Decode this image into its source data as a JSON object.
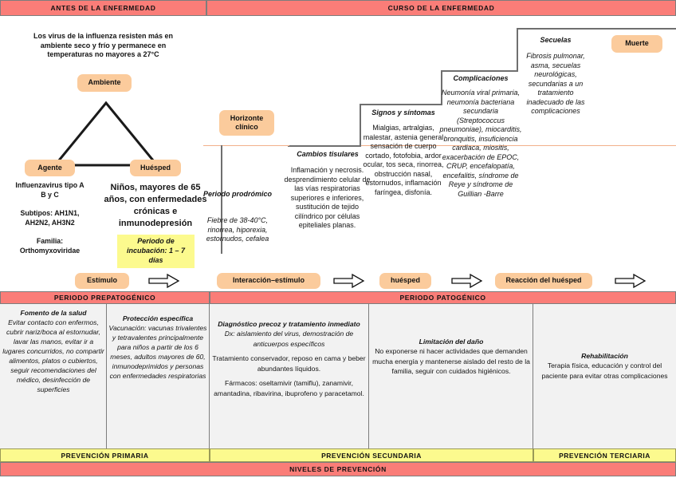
{
  "top_headers": [
    {
      "label": "ANTES DE LA ENFERMEDAD"
    },
    {
      "label": "CURSO DE LA ENFERMEDAD"
    }
  ],
  "environment": {
    "description": "Los virus de la influenza resisten más en ambiente seco y frío  y permanece en temperaturas no mayores a 27°C",
    "pill": "Ambiente"
  },
  "triad": {
    "agent": {
      "pill": "Agente",
      "lines": [
        "Influenzavirus tipo A",
        "B y C",
        "",
        "Subtipos: AH1N1,",
        "AH2N2, AH3N2",
        "",
        "Familia:",
        "Orthomyxoviridae"
      ]
    },
    "host": {
      "pill": "Huésped",
      "text": "Niños, mayores de 65 años, con enfermedades crónicas e inmunodepresión",
      "incubation": "Periodo de incubación: 1 – 7 días"
    }
  },
  "clinical_horizon": {
    "pill": "Horizonte clínico"
  },
  "stages": [
    {
      "id": "periodo-prodromico",
      "title": "Periodo prodrómico",
      "body": "Fiebre de 38-40°C, rinorrea, hiporexia, estornudos, cefalea"
    },
    {
      "id": "cambios-tisulares",
      "title": "Cambios tisulares",
      "body": "Inflamación y necrosis. desprendimiento celular de las vías respiratorias superiores e inferiores, sustitución de tejido cilíndrico por células epiteliales planas."
    },
    {
      "id": "signos-y-sintomas",
      "title": "Signos y síntomas",
      "body": "Mialgias, artralgias, malestar, astenia general sensación de cuerpo cortado, fotofobia, ardor ocular, tos seca, rinorrea, obstrucción nasal, estornudos, inflamación faríngea, disfonía."
    },
    {
      "id": "complicaciones",
      "title": "Complicaciones",
      "body": "Neumonía viral primaria, neumonía bacteriana secundaria (Streptococcus pneumoniae), miocarditis, bronquitis, insuficiencia cardiaca, miositis, exacerbación de EPOC, CRUP, encefalopatía, encefalitis, síndrome de Reye y síndrome de Guillian -Barre"
    },
    {
      "id": "secuelas",
      "title": "Secuelas",
      "body": "Fibrosis pulmonar, asma, secuelas neurológicas, secundarias a un tratamiento inadecuado de las complicaciones"
    }
  ],
  "death_pill": "Muerte",
  "flow_pills": [
    {
      "label": "Estímulo"
    },
    {
      "label": "Interacción–estímulo"
    },
    {
      "label": "huésped"
    },
    {
      "label": "Reacción del huésped"
    }
  ],
  "period_bars": [
    {
      "label": "PERIODO PREPATOGÉNICO"
    },
    {
      "label": "PERIODO PATOGÉNICO"
    }
  ],
  "prevention_cells": [
    {
      "id": "fomento-de-la-salud",
      "title": "Fomento de la salud",
      "body": "Evitar contacto con enfermos, cubrir nariz/boca al estornudar, lavar las manos, evitar ir a lugares concurridos, no compartir alimentos, platos o cubiertos, seguir recomendaciones del médico, desinfección de superficies"
    },
    {
      "id": "proteccion-especifica",
      "title": "Protección específica",
      "body": "Vacunación: vacunas trivalentes y tetravalentes principalmente para niños a partir de los 6 meses, adultos mayores de 60, inmunodeprimidos y personas con enfermedades respiratorias"
    },
    {
      "id": "diagnostico-precoz",
      "title": "Diagnóstico precoz y tratamiento inmediato",
      "body_1": "Dx: aislamiento del virus, demostración de anticuerpos específicos",
      "body_2": "Tratamiento conservador, reposo en cama y beber abundantes líquidos.",
      "body_3": "Fármacos: oseltamivir (tamiflu), zanamivir, amantadina, ribavirina, ibuprofeno y paracetamol."
    },
    {
      "id": "limitacion-del-dano",
      "title": "Limitación del daño",
      "body": "No exponerse ni hacer actividades que demanden mucha energía y mantenerse aislado del resto de la familia, seguir con cuidados higiénicos."
    },
    {
      "id": "rehabilitacion",
      "title": "Rehabilitación",
      "body": "Terapia física, educación y control del paciente para evitar otras complicaciones"
    }
  ],
  "prevention_levels": [
    {
      "label": "PREVENCIÓN PRIMARIA"
    },
    {
      "label": "PREVENCIÓN SECUNDARIA"
    },
    {
      "label": "PREVENCIÓN TERCIARIA"
    }
  ],
  "footer": {
    "label": "NIVELES DE PREVENCIÓN"
  },
  "colors": {
    "red_bar": "#fa7d78",
    "yellow_bar": "#fcfa8e",
    "peach_pill": "#fbcb9c",
    "cell_bg": "#f2f2f2",
    "horizon_line": "#f2b08a",
    "stair_line": "#6f6f6f"
  }
}
